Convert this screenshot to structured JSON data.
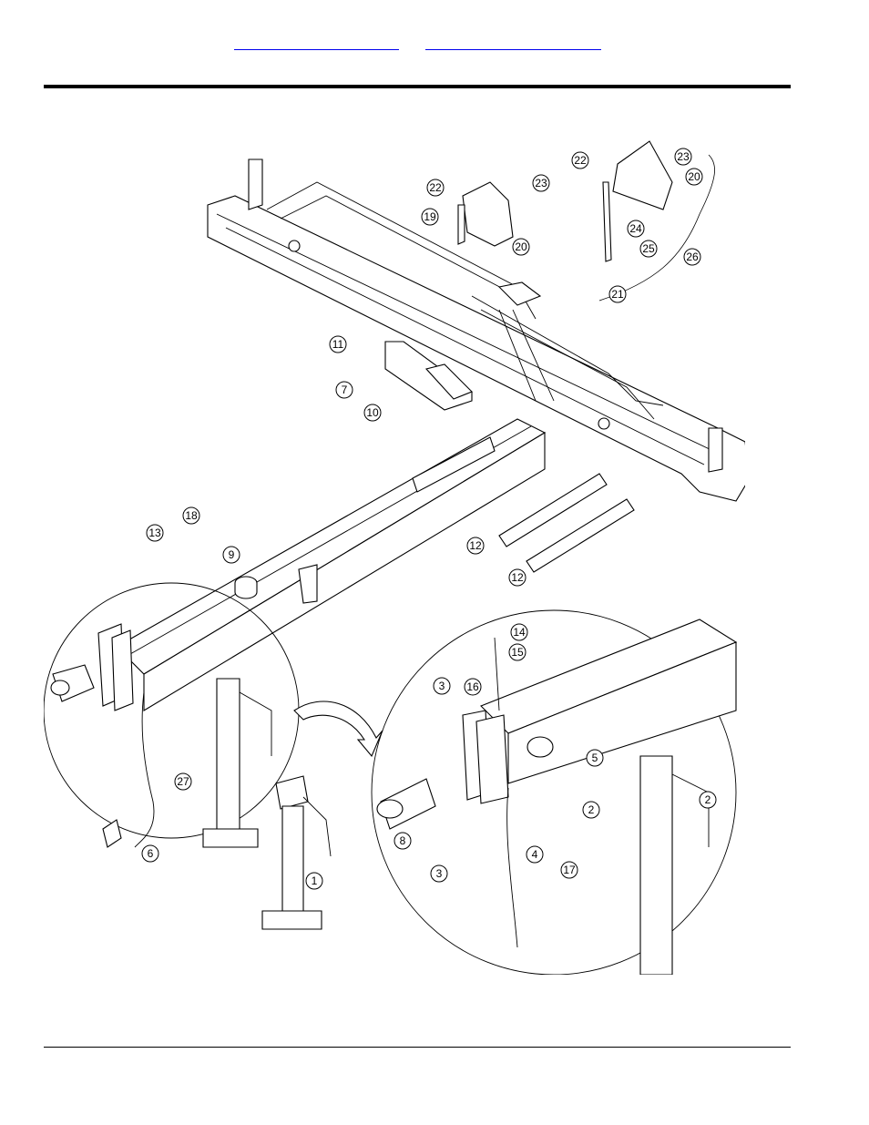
{
  "links": [
    {
      "text": ""
    },
    {
      "text": ""
    }
  ],
  "callouts": [
    {
      "label": "1"
    },
    {
      "label": "2"
    },
    {
      "label": "2"
    },
    {
      "label": "3"
    },
    {
      "label": "3"
    },
    {
      "label": "4"
    },
    {
      "label": "5"
    },
    {
      "label": "6"
    },
    {
      "label": "7"
    },
    {
      "label": "8"
    },
    {
      "label": "9"
    },
    {
      "label": "10"
    },
    {
      "label": "11"
    },
    {
      "label": "12"
    },
    {
      "label": "12"
    },
    {
      "label": "13"
    },
    {
      "label": "14"
    },
    {
      "label": "15"
    },
    {
      "label": "16"
    },
    {
      "label": "17"
    },
    {
      "label": "18"
    },
    {
      "label": "19"
    },
    {
      "label": "20"
    },
    {
      "label": "20"
    },
    {
      "label": "21"
    },
    {
      "label": "22"
    },
    {
      "label": "22"
    },
    {
      "label": "23"
    },
    {
      "label": "23"
    },
    {
      "label": "24"
    },
    {
      "label": "25"
    },
    {
      "label": "26"
    },
    {
      "label": "27"
    }
  ]
}
